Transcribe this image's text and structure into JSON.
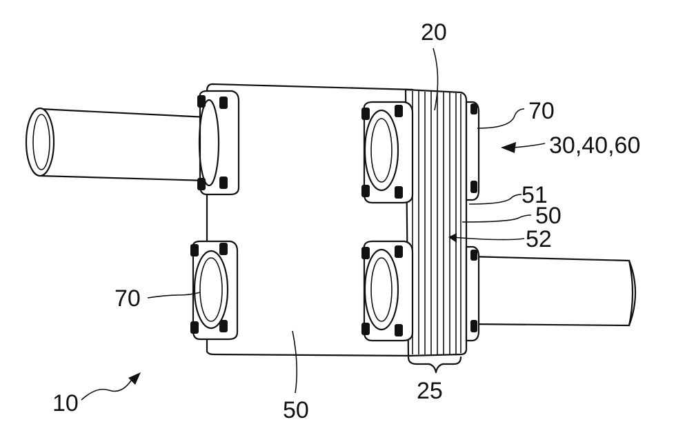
{
  "labels": {
    "device": "10",
    "stack": "20",
    "stack_width": "25",
    "ports": "30,40,60",
    "plate_front": "50",
    "plate_side": "50",
    "edge_upper": "51",
    "edge_lower": "52",
    "flange_left": "70",
    "flange_right": "70"
  }
}
